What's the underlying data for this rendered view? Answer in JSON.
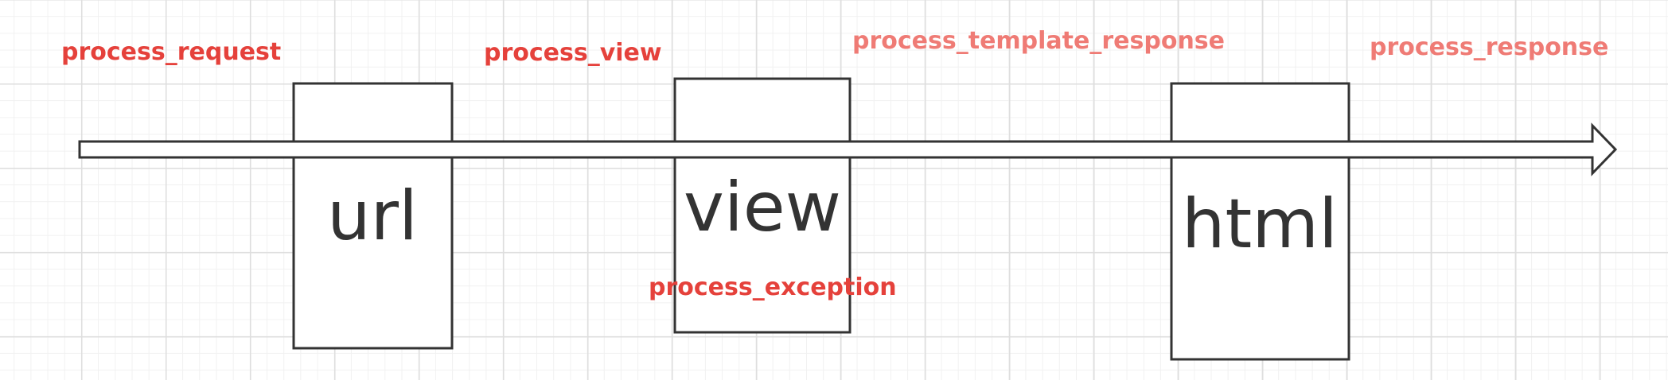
{
  "diagram": {
    "stages": [
      {
        "id": "url",
        "label": "url"
      },
      {
        "id": "view",
        "label": "view"
      },
      {
        "id": "html",
        "label": "html"
      }
    ],
    "hooks": {
      "process_request": "process_request",
      "process_view": "process_view",
      "process_exception": "process_exception",
      "process_template_response": "process_template_response",
      "process_response": "process_response"
    },
    "colors": {
      "stroke": "#333333",
      "hook_primary": "#e5413b",
      "hook_light": "#ef7b75",
      "grid_major": "#dedede",
      "grid_minor": "#f1f1f1"
    }
  }
}
